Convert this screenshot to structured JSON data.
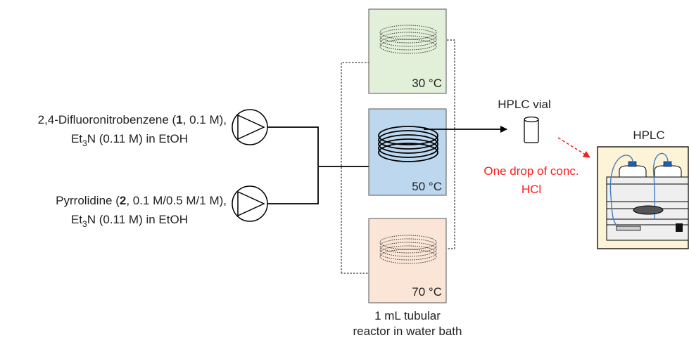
{
  "inputs": {
    "feed1": {
      "line1_pre": "2,4-Difluoronitrobenzene  (",
      "line1_bold": "1",
      "line1_post": ", 0.1 M),",
      "line2_pre": "Et",
      "line2_sub": "3",
      "line2_post": "N (0.11 M) in EtOH"
    },
    "feed2": {
      "line1_pre": "Pyrrolidine (",
      "line1_bold": "2",
      "line1_post": ", 0.1 M/0.5 M/1 M),",
      "line2_pre": "Et",
      "line2_sub": "3",
      "line2_post": "N (0.11 M) in EtOH"
    }
  },
  "baths": {
    "top": {
      "temp": "30 °C",
      "color": "#e2efd9"
    },
    "middle": {
      "temp": "50 °C",
      "color": "#bdd7ee"
    },
    "bottom": {
      "temp": "70 °C",
      "color": "#fbe5d6"
    }
  },
  "reactor_caption": {
    "line1": "1 mL tubular",
    "line2": "reactor in water bath"
  },
  "vial_label": "HPLC vial",
  "quench_note": {
    "line1": "One drop of conc.",
    "line2": "HCl",
    "color": "#ff1a1a"
  },
  "hplc_label": "HPLC",
  "hplc_panel_color": "#fdf3d6"
}
